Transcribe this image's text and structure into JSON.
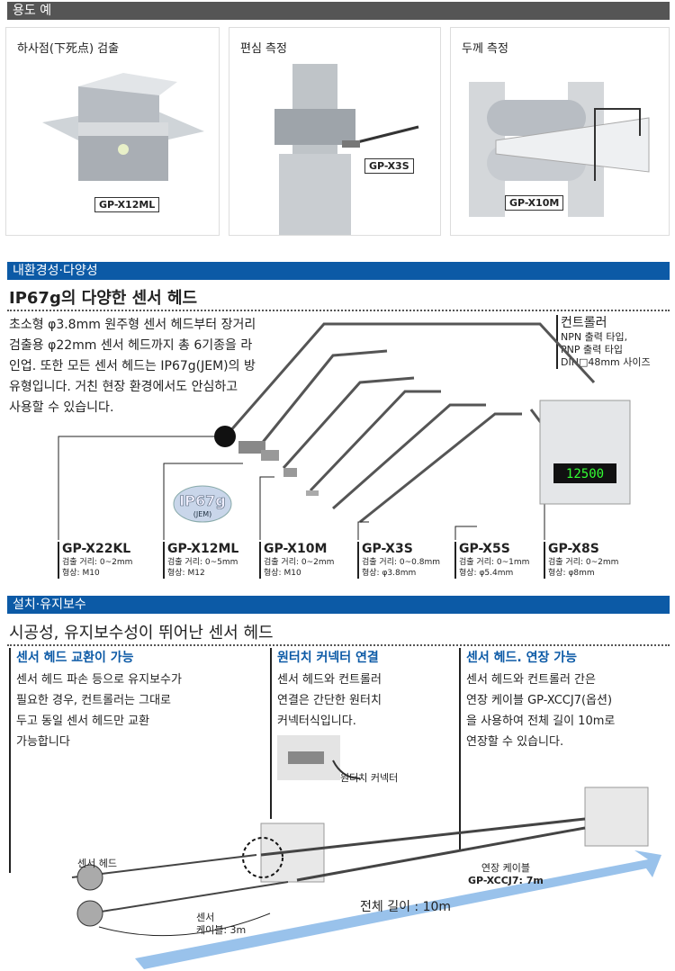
{
  "section1": {
    "title": "용도 예",
    "panels": [
      {
        "title": "하사점(下死点) 검출",
        "tag": "GP-X12ML"
      },
      {
        "title": "편심 측정",
        "tag": "GP-X3S"
      },
      {
        "title": "두께 측정",
        "tag": "GP-X10M"
      }
    ]
  },
  "section2": {
    "title": "내환경성·다양성",
    "heading": "IP67g의 다양한 센서 헤드",
    "paragraph": [
      "초소형 φ3.8mm 원주형 센서 헤드부터 장거리",
      "검출용 φ22mm 센서 헤드까지 총 6기종을 라",
      "인업. 또한 모든 센서 헤드는 IP67g(JEM)의 방",
      "유형입니다. 거친 현장 환경에서도 안심하고",
      "사용할 수 있습니다."
    ],
    "controller": {
      "title": "컨트롤러",
      "lines": [
        "NPN 출력 타입,",
        "PNP 출력 타입",
        "DIN□48mm 사이즈"
      ]
    },
    "badge": "IP67g",
    "badge_sub": "(JEM)",
    "display": "12500",
    "sensors": [
      {
        "model": "GP-X22KL",
        "range": "검출 거리: 0~2mm",
        "shape": "형상: M10"
      },
      {
        "model": "GP-X12ML",
        "range": "검출 거리: 0~5mm",
        "shape": "형상: M12"
      },
      {
        "model": "GP-X10M",
        "range": "검출 거리: 0~2mm",
        "shape": "형상: M10"
      },
      {
        "model": "GP-X3S",
        "range": "검출 거리: 0~0.8mm",
        "shape": "형상: φ3.8mm"
      },
      {
        "model": "GP-X5S",
        "range": "검출 거리: 0~1mm",
        "shape": "형상: φ5.4mm"
      },
      {
        "model": "GP-X8S",
        "range": "검출 거리: 0~2mm",
        "shape": "형상: φ8mm"
      }
    ]
  },
  "section3": {
    "title": "설치·유지보수",
    "heading": "시공성, 유지보수성이 뛰어난 센서 헤드",
    "columns": [
      {
        "title": "센서 헤드 교환이 가능",
        "lines": [
          "센서 헤드 파손 등으로 유지보수가",
          "필요한 경우, 컨트롤러는 그대로",
          "두고 동일 센서 헤드만 교환",
          "가능합니다"
        ]
      },
      {
        "title": "원터치 커넥터 연결",
        "lines": [
          "센서 헤드와 컨트롤러",
          "연결은 간단한 원터치",
          "커넥터식입니다."
        ]
      },
      {
        "title": "센서 헤드. 연장 가능",
        "lines": [
          "센서 헤드와 컨트롤러 간은",
          "연장 케이블 GP-XCCJ7(옵션)",
          "을 사용하여 전체 길이 10m로",
          "연장할 수 있습니다."
        ]
      }
    ],
    "connector_label": "원터치 커넥터",
    "sensor_head_label": "센서 헤드",
    "ext_cable_label": "연장 케이블",
    "ext_cable_value": "GP-XCCJ7: 7m",
    "total_length": "전체 길이 : 10m",
    "sensor_cable_label": "센서",
    "sensor_cable_value": "케이블: 3m"
  }
}
